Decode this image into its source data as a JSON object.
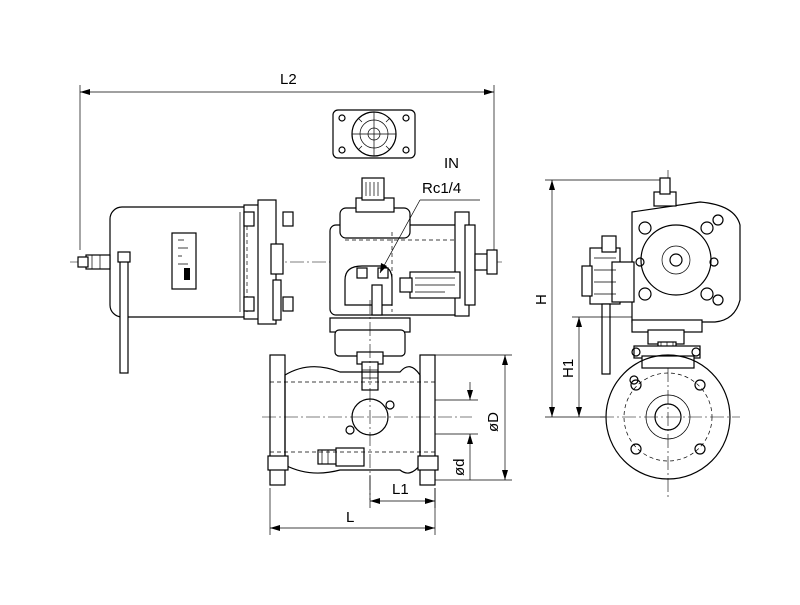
{
  "dimensions": {
    "l2": "L2",
    "l": "L",
    "l1": "L1",
    "h": "H",
    "h1": "H1",
    "od_big": "øD",
    "od_small": "ød"
  },
  "callout": {
    "line1": "IN",
    "line2": "Rc1/4"
  }
}
